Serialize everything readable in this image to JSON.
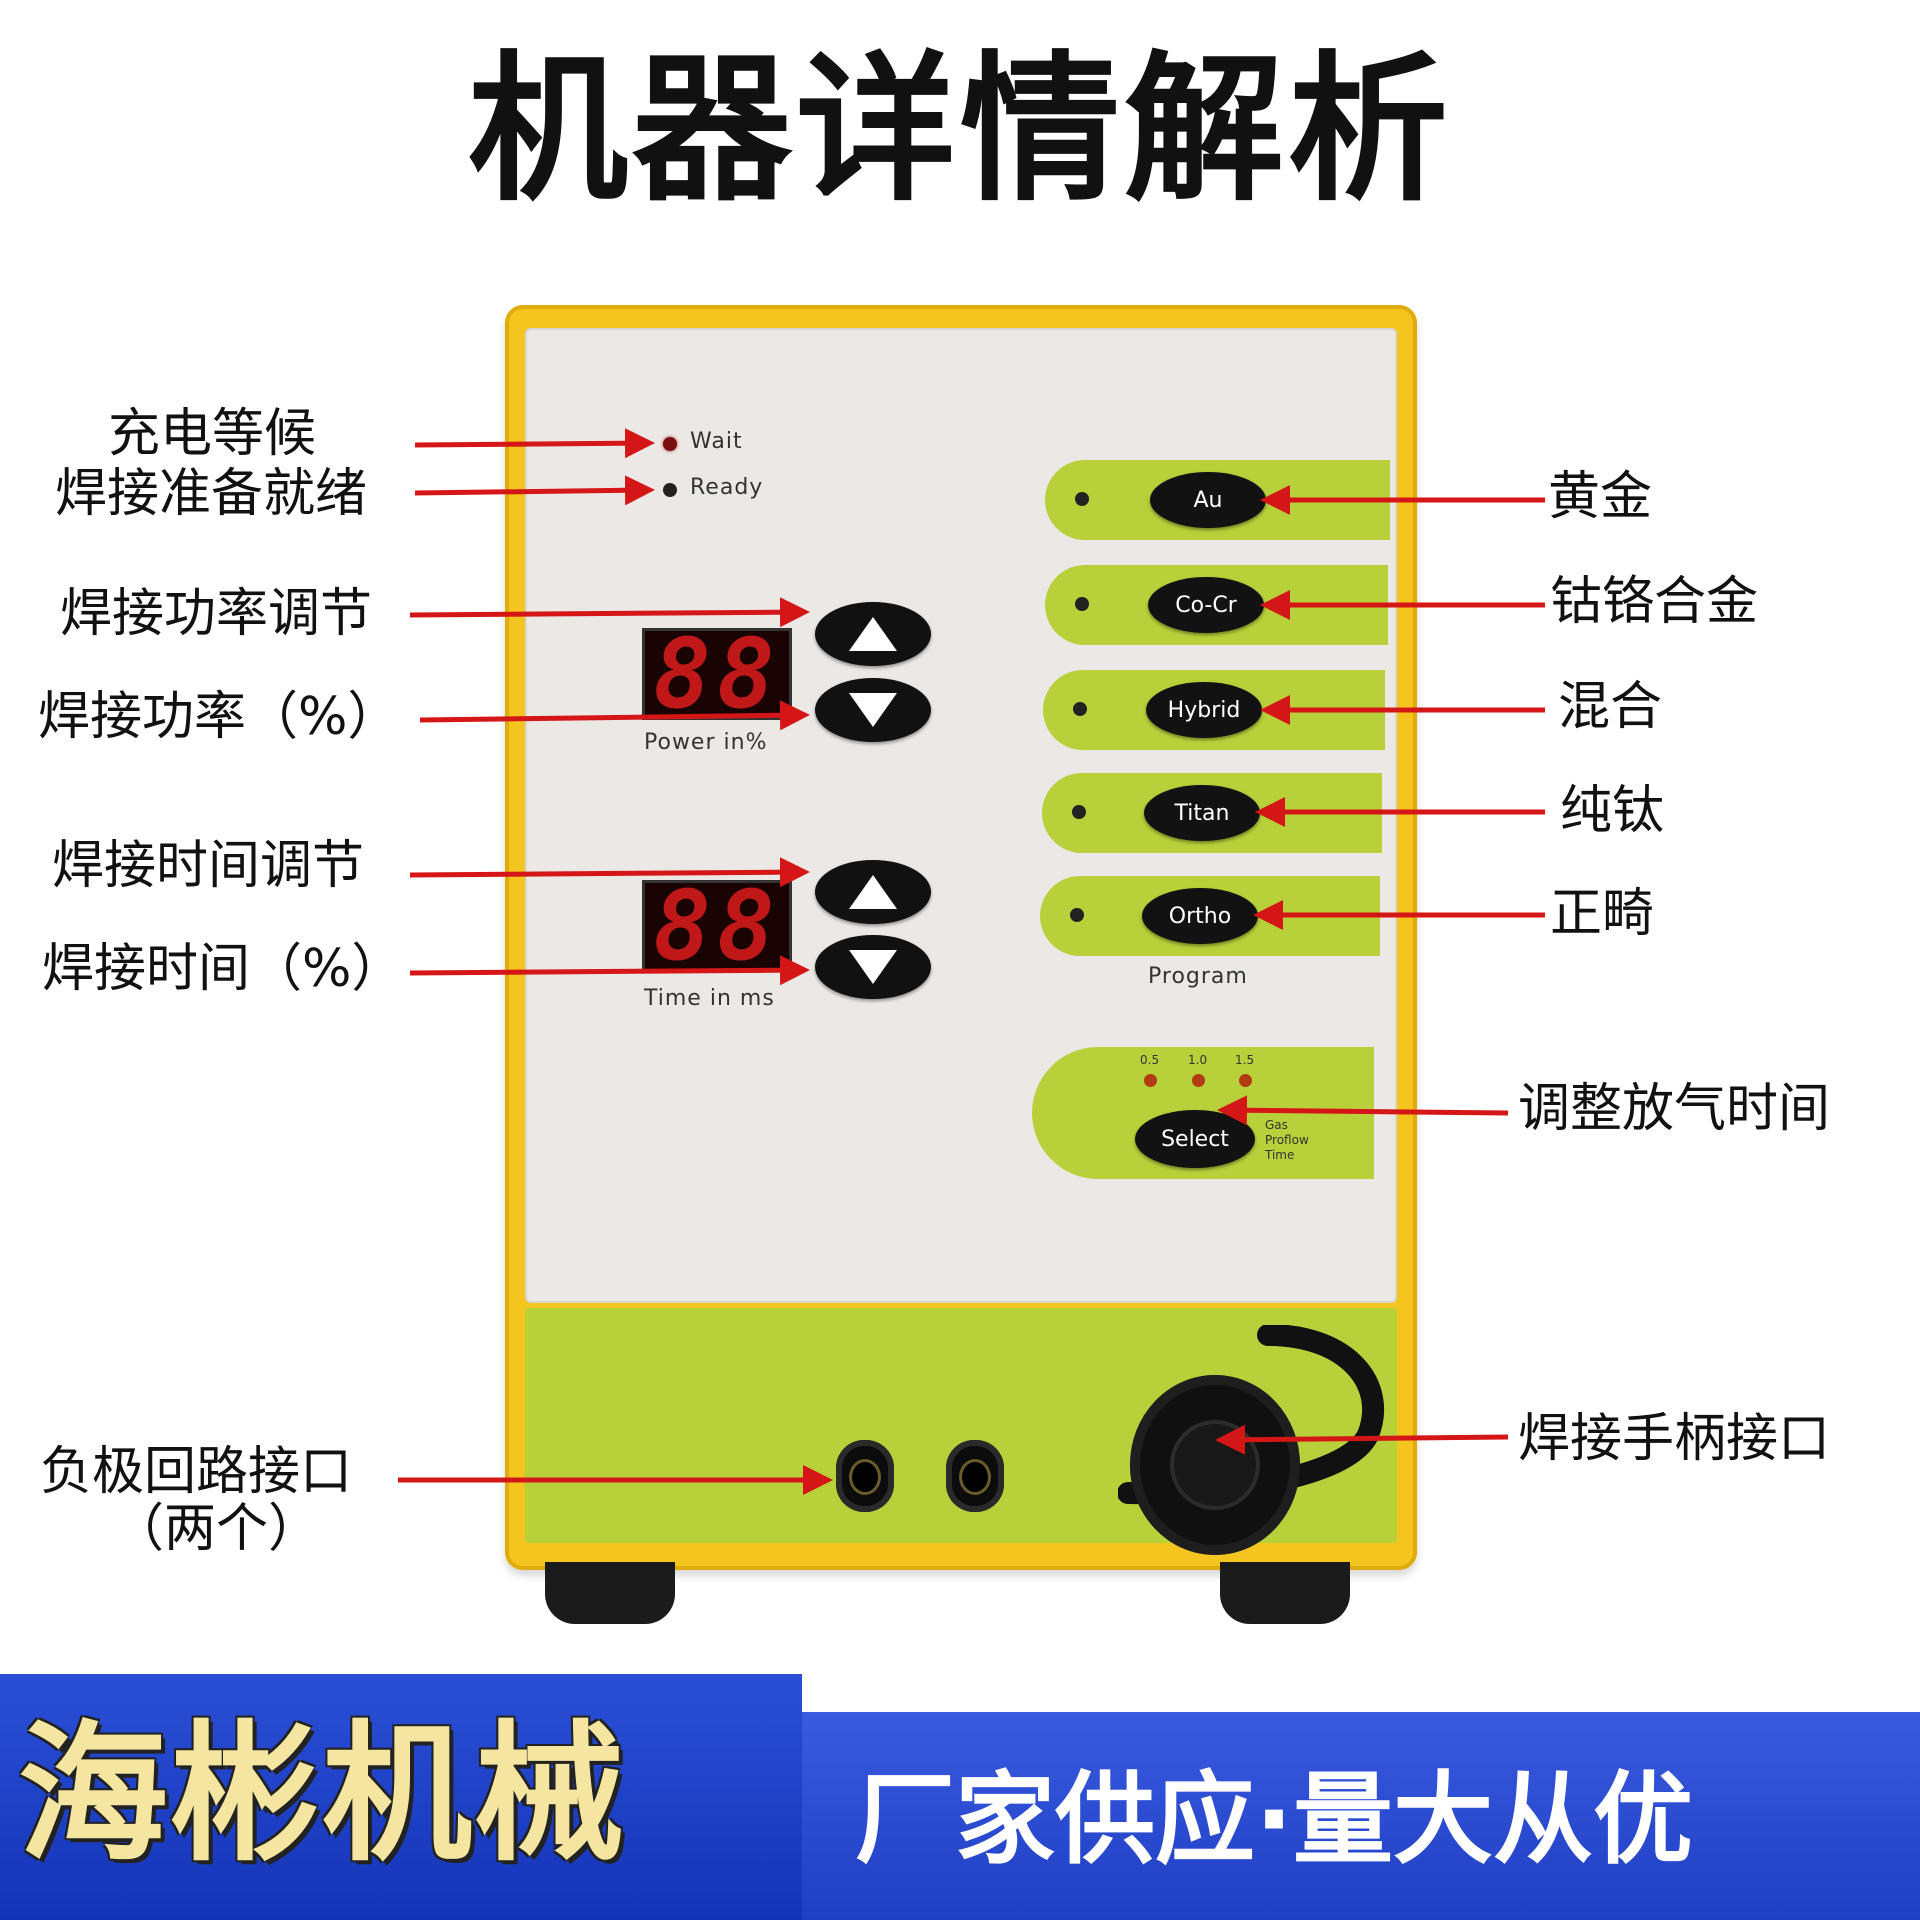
{
  "title": "机器详情解析",
  "panel": {
    "wait_label": "Wait",
    "ready_label": "Ready",
    "power_display": "88",
    "time_display": "88",
    "power_caption": "Power  in%",
    "time_caption": "Time  in  ms",
    "program_caption": "Program",
    "programs": [
      {
        "label": "Au"
      },
      {
        "label": "Co-Cr"
      },
      {
        "label": "Hybrid"
      },
      {
        "label": "Titan"
      },
      {
        "label": "Ortho"
      }
    ],
    "gas": {
      "levels": [
        "0.5",
        "1.0",
        "1.5"
      ],
      "select_label": "Select",
      "note_line1": "Gas",
      "note_line2": "Proflow",
      "note_line3": "Time"
    }
  },
  "annotations": {
    "left": {
      "wait": "充电等候",
      "ready": "焊接准备就绪",
      "power_adjust": "焊接功率调节",
      "power_percent": "焊接功率（%）",
      "time_adjust": "焊接时间调节",
      "time_percent": "焊接时间（%）",
      "negative_line1": "负极回路接口",
      "negative_line2": "（两个）"
    },
    "right": {
      "au": "黄金",
      "cocr": "钴铬合金",
      "hybrid": "混合",
      "titan": "纯钛",
      "ortho": "正畸",
      "gas": "调整放气时间",
      "handle": "焊接手柄接口"
    }
  },
  "banner": {
    "brand": "海彬机械",
    "slogan": "厂家供应·量大从优"
  },
  "colors": {
    "case_yellow": "#f3c51e",
    "panel_green": "#b8d039",
    "arrow_red": "#d41616",
    "banner_blue": "#1e3fc4",
    "brand_gold": "#f4e6a0"
  }
}
